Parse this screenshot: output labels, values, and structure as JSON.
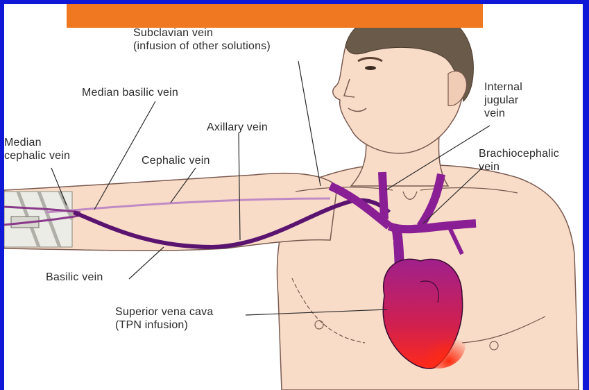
{
  "labels": {
    "subclavian": "Subclavian vein\n(infusion of other solutions)",
    "median_basilic": "Median basilic vein",
    "internal_jugular": "Internal\njugular\nvein",
    "axillary": "Axillary vein",
    "median_cephalic": "Median\ncephalic vein",
    "cephalic": "Cephalic vein",
    "brachiocephalic": "Brachiocephalic\nvein",
    "basilic": "Basilic vein",
    "svc": "Superior vena cava\n(TPN infusion)"
  },
  "colors": {
    "frame": "#1018d8",
    "banner": "#f07820",
    "skin": "#f8dcc8",
    "vein": "#6a1a7a",
    "vein_light": "#a02aa0",
    "heart_top": "#b0208a",
    "heart_bottom": "#ff2020",
    "hair": "#6a5a4a"
  }
}
